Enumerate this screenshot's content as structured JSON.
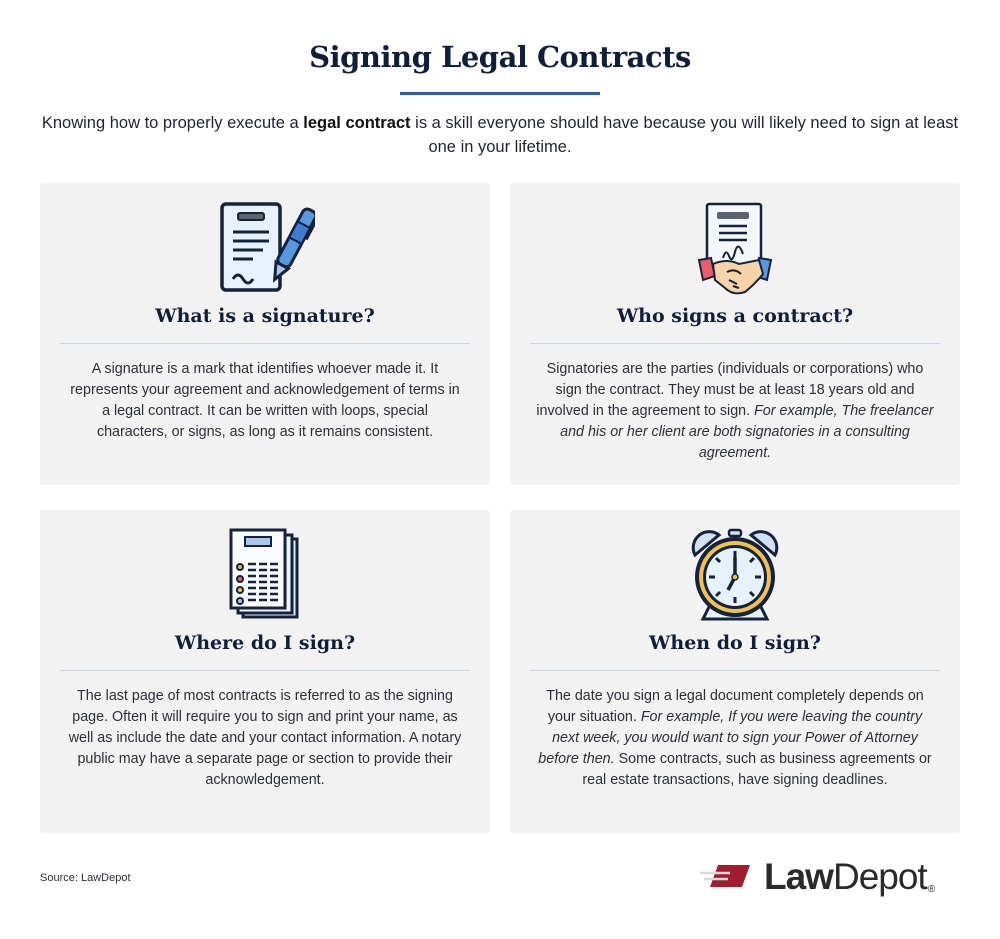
{
  "header": {
    "title": "Signing Legal Contracts",
    "intro_before": "Knowing how to properly execute a ",
    "intro_bold": "legal contract",
    "intro_after": " is a skill everyone should have because you will likely need to sign at least one in your lifetime."
  },
  "colors": {
    "accent_blue": "#2460ad",
    "heading_navy": "#0f1f3a",
    "card_bg": "#f2f2f2",
    "logo_red": "#a01c2e"
  },
  "cards": [
    {
      "icon": "document-pen-icon",
      "title": "What is a signature?",
      "body": "A signature is a mark that identifies whoever made it. It represents your agreement and acknowledgement of terms in a legal contract. It can be written with loops, special characters, or signs, as long as it remains consistent.",
      "body_italic": "",
      "body_after": ""
    },
    {
      "icon": "contract-handshake-icon",
      "title": "Who signs a contract?",
      "body": "Signatories are the parties (individuals or corporations) who sign the contract. They must be at least 18 years old and involved in the agreement to sign. ",
      "body_italic": "For example, The freelancer and his or her client are both signatories in a consulting agreement.",
      "body_after": ""
    },
    {
      "icon": "document-stack-icon",
      "title": "Where do I sign?",
      "body": "The last page of most contracts is referred to as the signing page. Often it will require you to sign and print your name, as well as include the date and your contact information. A notary public may have a separate page or section to provide their acknowledgement.",
      "body_italic": "",
      "body_after": ""
    },
    {
      "icon": "alarm-clock-icon",
      "title": "When do I sign?",
      "body": "The date you sign a legal document completely depends on your situation. ",
      "body_italic": "For example, If you were leaving the country next week, you would want to sign your Power of Attorney before then.",
      "body_after": " Some contracts, such as business agreements or real estate transactions, have signing deadlines."
    }
  ],
  "footer": {
    "source": "Source: LawDepot",
    "logo_law": "Law",
    "logo_depot": "Depot",
    "logo_reg": "®"
  }
}
